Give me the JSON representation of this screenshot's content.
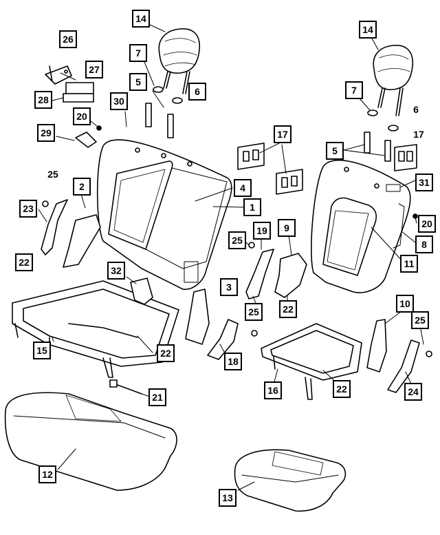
{
  "diagram": {
    "callouts": [
      {
        "id": "c14a",
        "label": "14",
        "boxed": true
      },
      {
        "id": "c26",
        "label": "26",
        "boxed": true
      },
      {
        "id": "c7a",
        "label": "7",
        "boxed": true
      },
      {
        "id": "c27",
        "label": "27",
        "boxed": true
      },
      {
        "id": "c5a",
        "label": "5",
        "boxed": true
      },
      {
        "id": "c6a",
        "label": "6",
        "boxed": true
      },
      {
        "id": "c28",
        "label": "28",
        "boxed": true
      },
      {
        "id": "c30",
        "label": "30",
        "boxed": true
      },
      {
        "id": "c20a",
        "label": "20",
        "boxed": true
      },
      {
        "id": "c29",
        "label": "29",
        "boxed": true
      },
      {
        "id": "c25a",
        "label": "25",
        "boxed": false
      },
      {
        "id": "c2",
        "label": "2",
        "boxed": true
      },
      {
        "id": "c4",
        "label": "4",
        "boxed": true
      },
      {
        "id": "c1",
        "label": "1",
        "boxed": true
      },
      {
        "id": "c23",
        "label": "23",
        "boxed": true
      },
      {
        "id": "c22a",
        "label": "22",
        "boxed": true
      },
      {
        "id": "c32",
        "label": "32",
        "boxed": true
      },
      {
        "id": "c3",
        "label": "3",
        "boxed": true
      },
      {
        "id": "c15",
        "label": "15",
        "boxed": true
      },
      {
        "id": "c22b",
        "label": "22",
        "boxed": true
      },
      {
        "id": "c18",
        "label": "18",
        "boxed": true
      },
      {
        "id": "c21",
        "label": "21",
        "boxed": true
      },
      {
        "id": "c12",
        "label": "12",
        "boxed": true
      },
      {
        "id": "c17a",
        "label": "17",
        "boxed": true
      },
      {
        "id": "c14b",
        "label": "14",
        "boxed": true
      },
      {
        "id": "c7b",
        "label": "7",
        "boxed": true
      },
      {
        "id": "c6b",
        "label": "6",
        "boxed": false
      },
      {
        "id": "c17b",
        "label": "17",
        "boxed": false
      },
      {
        "id": "c5b",
        "label": "5",
        "boxed": true
      },
      {
        "id": "c31",
        "label": "31",
        "boxed": true
      },
      {
        "id": "c20b",
        "label": "20",
        "boxed": true
      },
      {
        "id": "c8",
        "label": "8",
        "boxed": true
      },
      {
        "id": "c9",
        "label": "9",
        "boxed": true
      },
      {
        "id": "c19",
        "label": "19",
        "boxed": true
      },
      {
        "id": "c25b",
        "label": "25",
        "boxed": true
      },
      {
        "id": "c11",
        "label": "11",
        "boxed": true
      },
      {
        "id": "c25c",
        "label": "25",
        "boxed": true
      },
      {
        "id": "c22c",
        "label": "22",
        "boxed": true
      },
      {
        "id": "c10",
        "label": "10",
        "boxed": true
      },
      {
        "id": "c25d",
        "label": "25",
        "boxed": true
      },
      {
        "id": "c16",
        "label": "16",
        "boxed": true
      },
      {
        "id": "c22d",
        "label": "22",
        "boxed": true
      },
      {
        "id": "c24",
        "label": "24",
        "boxed": true
      },
      {
        "id": "c13",
        "label": "13",
        "boxed": true
      }
    ]
  }
}
